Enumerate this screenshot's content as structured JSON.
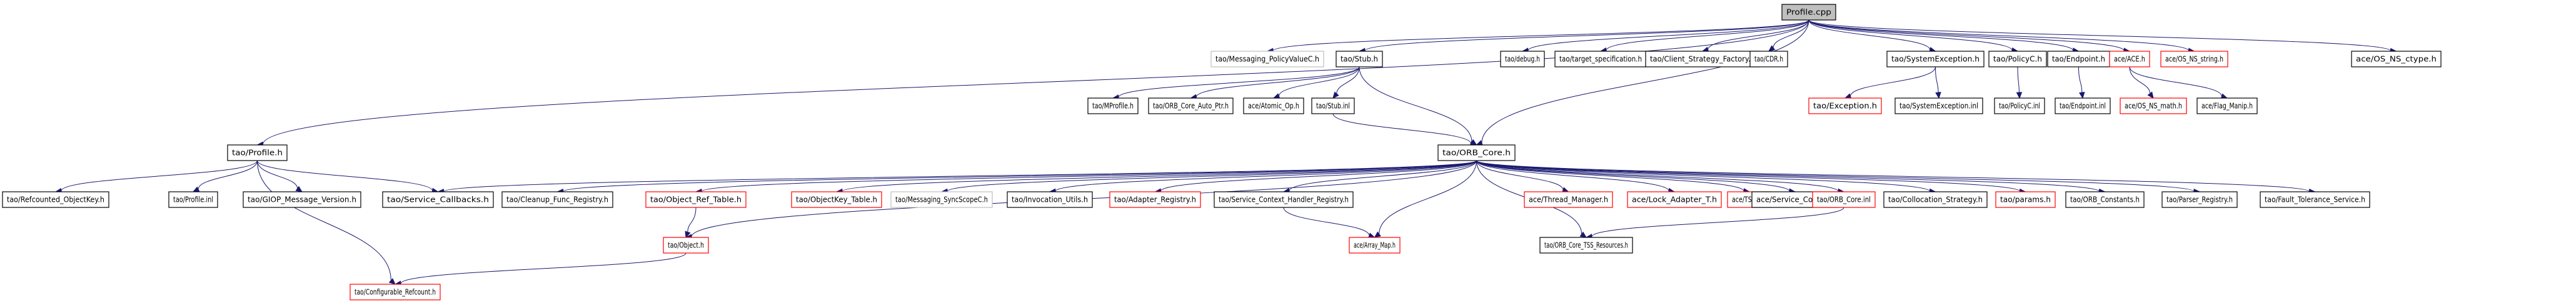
{
  "diagram": {
    "title": "Profile.cpp include dependency graph",
    "colors": {
      "edge": "#191970",
      "border_default": "#000000",
      "border_missing": "#ff0000",
      "border_external": "#bfbfbf",
      "root_fill": "#bfbfbf"
    },
    "nodes": [
      {
        "id": "profile_cpp",
        "label": "Profile.cpp",
        "style": "root"
      },
      {
        "id": "messaging_policyvaluec",
        "label": "tao/Messaging_PolicyValueC.h",
        "style": "external"
      },
      {
        "id": "stub_h",
        "label": "tao/Stub.h",
        "style": "default"
      },
      {
        "id": "debug_h",
        "label": "tao/debug.h",
        "style": "default"
      },
      {
        "id": "target_spec",
        "label": "tao/target_specification.h",
        "style": "default"
      },
      {
        "id": "client_strategy",
        "label": "tao/Client_Strategy_Factory.h",
        "style": "default"
      },
      {
        "id": "cdr_h",
        "label": "tao/CDR.h",
        "style": "default"
      },
      {
        "id": "sysexc_h",
        "label": "tao/SystemException.h",
        "style": "default"
      },
      {
        "id": "policyc_h",
        "label": "tao/PolicyC.h",
        "style": "default"
      },
      {
        "id": "endpoint_h",
        "label": "tao/Endpoint.h",
        "style": "default"
      },
      {
        "id": "ace_h",
        "label": "ace/ACE.h",
        "style": "missing"
      },
      {
        "id": "os_ns_string",
        "label": "ace/OS_NS_string.h",
        "style": "missing"
      },
      {
        "id": "os_ns_ctype",
        "label": "ace/OS_NS_ctype.h",
        "style": "default"
      },
      {
        "id": "mprofile_h",
        "label": "tao/MProfile.h",
        "style": "default"
      },
      {
        "id": "orb_core_auto_ptr",
        "label": "tao/ORB_Core_Auto_Ptr.h",
        "style": "default"
      },
      {
        "id": "atomic_op",
        "label": "ace/Atomic_Op.h",
        "style": "default"
      },
      {
        "id": "stub_inl",
        "label": "tao/Stub.inl",
        "style": "default"
      },
      {
        "id": "exception_h",
        "label": "tao/Exception.h",
        "style": "missing"
      },
      {
        "id": "sysexc_inl",
        "label": "tao/SystemException.inl",
        "style": "default"
      },
      {
        "id": "policyc_inl",
        "label": "tao/PolicyC.inl",
        "style": "default"
      },
      {
        "id": "endpoint_inl",
        "label": "tao/Endpoint.inl",
        "style": "default"
      },
      {
        "id": "os_ns_math",
        "label": "ace/OS_NS_math.h",
        "style": "missing"
      },
      {
        "id": "flag_manip",
        "label": "ace/Flag_Manip.h",
        "style": "default"
      },
      {
        "id": "profile_h",
        "label": "tao/Profile.h",
        "style": "default"
      },
      {
        "id": "orb_core_h",
        "label": "tao/ORB_Core.h",
        "style": "default"
      },
      {
        "id": "refcounted_objectkey",
        "label": "tao/Refcounted_ObjectKey.h",
        "style": "default"
      },
      {
        "id": "profile_inl",
        "label": "tao/Profile.inl",
        "style": "default"
      },
      {
        "id": "giop_msg_version",
        "label": "tao/GIOP_Message_Version.h",
        "style": "default"
      },
      {
        "id": "service_callbacks",
        "label": "tao/Service_Callbacks.h",
        "style": "default"
      },
      {
        "id": "cleanup_func_registry",
        "label": "tao/Cleanup_Func_Registry.h",
        "style": "default"
      },
      {
        "id": "object_ref_table",
        "label": "tao/Object_Ref_Table.h",
        "style": "missing"
      },
      {
        "id": "objectkey_table",
        "label": "tao/ObjectKey_Table.h",
        "style": "missing"
      },
      {
        "id": "messaging_syncscopec",
        "label": "tao/Messaging_SyncScopeC.h",
        "style": "external"
      },
      {
        "id": "invocation_utils",
        "label": "tao/Invocation_Utils.h",
        "style": "default"
      },
      {
        "id": "adapter_registry",
        "label": "tao/Adapter_Registry.h",
        "style": "missing"
      },
      {
        "id": "service_ctx_handler_registry",
        "label": "tao/Service_Context_Handler_Registry.h",
        "style": "default"
      },
      {
        "id": "thread_manager",
        "label": "ace/Thread_Manager.h",
        "style": "missing"
      },
      {
        "id": "lock_adapter_t",
        "label": "ace/Lock_Adapter_T.h",
        "style": "missing"
      },
      {
        "id": "tss_t",
        "label": "ace/TSS_T.h",
        "style": "missing"
      },
      {
        "id": "service_config",
        "label": "ace/Service_Config.h",
        "style": "default"
      },
      {
        "id": "orb_core_inl",
        "label": "tao/ORB_Core.inl",
        "style": "missing"
      },
      {
        "id": "collocation_strategy",
        "label": "tao/Collocation_Strategy.h",
        "style": "default"
      },
      {
        "id": "params_h",
        "label": "tao/params.h",
        "style": "missing"
      },
      {
        "id": "orb_constants",
        "label": "tao/ORB_Constants.h",
        "style": "default"
      },
      {
        "id": "parser_registry",
        "label": "tao/Parser_Registry.h",
        "style": "default"
      },
      {
        "id": "fault_tolerance_service",
        "label": "tao/Fault_Tolerance_Service.h",
        "style": "default"
      },
      {
        "id": "object_h",
        "label": "tao/Object.h",
        "style": "missing"
      },
      {
        "id": "array_map",
        "label": "ace/Array_Map.h",
        "style": "missing"
      },
      {
        "id": "orb_core_tss_resources",
        "label": "tao/ORB_Core_TSS_Resources.h",
        "style": "default"
      },
      {
        "id": "configurable_refcount",
        "label": "tao/Configurable_Refcount.h",
        "style": "missing"
      }
    ],
    "edges": [
      [
        "profile_cpp",
        "messaging_policyvaluec"
      ],
      [
        "profile_cpp",
        "stub_h"
      ],
      [
        "profile_cpp",
        "debug_h"
      ],
      [
        "profile_cpp",
        "target_spec"
      ],
      [
        "profile_cpp",
        "client_strategy"
      ],
      [
        "profile_cpp",
        "cdr_h"
      ],
      [
        "profile_cpp",
        "sysexc_h"
      ],
      [
        "profile_cpp",
        "policyc_h"
      ],
      [
        "profile_cpp",
        "endpoint_h"
      ],
      [
        "profile_cpp",
        "ace_h"
      ],
      [
        "profile_cpp",
        "os_ns_string"
      ],
      [
        "profile_cpp",
        "os_ns_ctype"
      ],
      [
        "profile_cpp",
        "profile_h"
      ],
      [
        "profile_cpp",
        "orb_core_h"
      ],
      [
        "stub_h",
        "mprofile_h"
      ],
      [
        "stub_h",
        "orb_core_auto_ptr"
      ],
      [
        "stub_h",
        "atomic_op"
      ],
      [
        "stub_h",
        "stub_inl"
      ],
      [
        "stub_h",
        "orb_core_h"
      ],
      [
        "stub_inl",
        "orb_core_h"
      ],
      [
        "sysexc_h",
        "exception_h"
      ],
      [
        "sysexc_h",
        "sysexc_inl"
      ],
      [
        "policyc_h",
        "policyc_inl"
      ],
      [
        "endpoint_h",
        "endpoint_inl"
      ],
      [
        "ace_h",
        "os_ns_math"
      ],
      [
        "ace_h",
        "flag_manip"
      ],
      [
        "profile_h",
        "refcounted_objectkey"
      ],
      [
        "profile_h",
        "profile_inl"
      ],
      [
        "profile_h",
        "giop_msg_version"
      ],
      [
        "profile_h",
        "service_callbacks"
      ],
      [
        "profile_h",
        "configurable_refcount"
      ],
      [
        "orb_core_h",
        "service_callbacks"
      ],
      [
        "orb_core_h",
        "cleanup_func_registry"
      ],
      [
        "orb_core_h",
        "object_ref_table"
      ],
      [
        "orb_core_h",
        "objectkey_table"
      ],
      [
        "orb_core_h",
        "messaging_syncscopec"
      ],
      [
        "orb_core_h",
        "invocation_utils"
      ],
      [
        "orb_core_h",
        "adapter_registry"
      ],
      [
        "orb_core_h",
        "service_ctx_handler_registry"
      ],
      [
        "orb_core_h",
        "array_map"
      ],
      [
        "orb_core_h",
        "object_h"
      ],
      [
        "orb_core_h",
        "thread_manager"
      ],
      [
        "orb_core_h",
        "lock_adapter_t"
      ],
      [
        "orb_core_h",
        "tss_t"
      ],
      [
        "orb_core_h",
        "service_config"
      ],
      [
        "orb_core_h",
        "orb_core_inl"
      ],
      [
        "orb_core_h",
        "collocation_strategy"
      ],
      [
        "orb_core_h",
        "params_h"
      ],
      [
        "orb_core_h",
        "orb_constants"
      ],
      [
        "orb_core_h",
        "parser_registry"
      ],
      [
        "orb_core_h",
        "fault_tolerance_service"
      ],
      [
        "orb_core_h",
        "orb_core_tss_resources"
      ],
      [
        "orb_core_inl",
        "orb_core_tss_resources"
      ],
      [
        "object_ref_table",
        "object_h"
      ],
      [
        "service_ctx_handler_registry",
        "array_map"
      ],
      [
        "object_h",
        "configurable_refcount"
      ]
    ]
  }
}
